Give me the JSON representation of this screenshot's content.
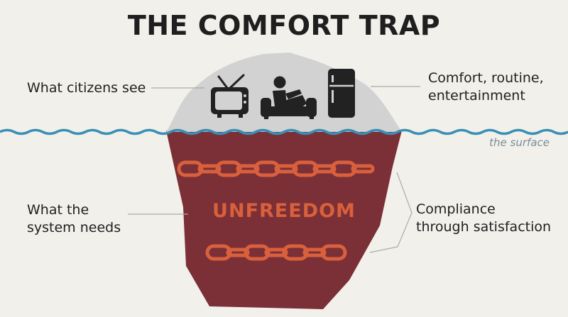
{
  "title": "THE COMFORT TRAP",
  "left_top": "What citizens see",
  "right_top": [
    "Comfort, routine,",
    "entertainment"
  ],
  "surface": "the surface",
  "left_bottom": [
    "What the",
    "system needs"
  ],
  "center": "UNFREEDOM",
  "right_bottom": [
    "Compliance",
    "through satisfaction"
  ],
  "icons": [
    "tv-icon",
    "person-on-couch-icon",
    "refrigerator-icon",
    "chain-icon"
  ],
  "colors": {
    "background": "#f2f0eb",
    "iceberg_top": "#d2d2d2",
    "iceberg_bottom": "#7b2f36",
    "water": "#3a8fb5",
    "chain": "#d9603c",
    "center_text": "#d9603c",
    "icons": "#222222"
  }
}
